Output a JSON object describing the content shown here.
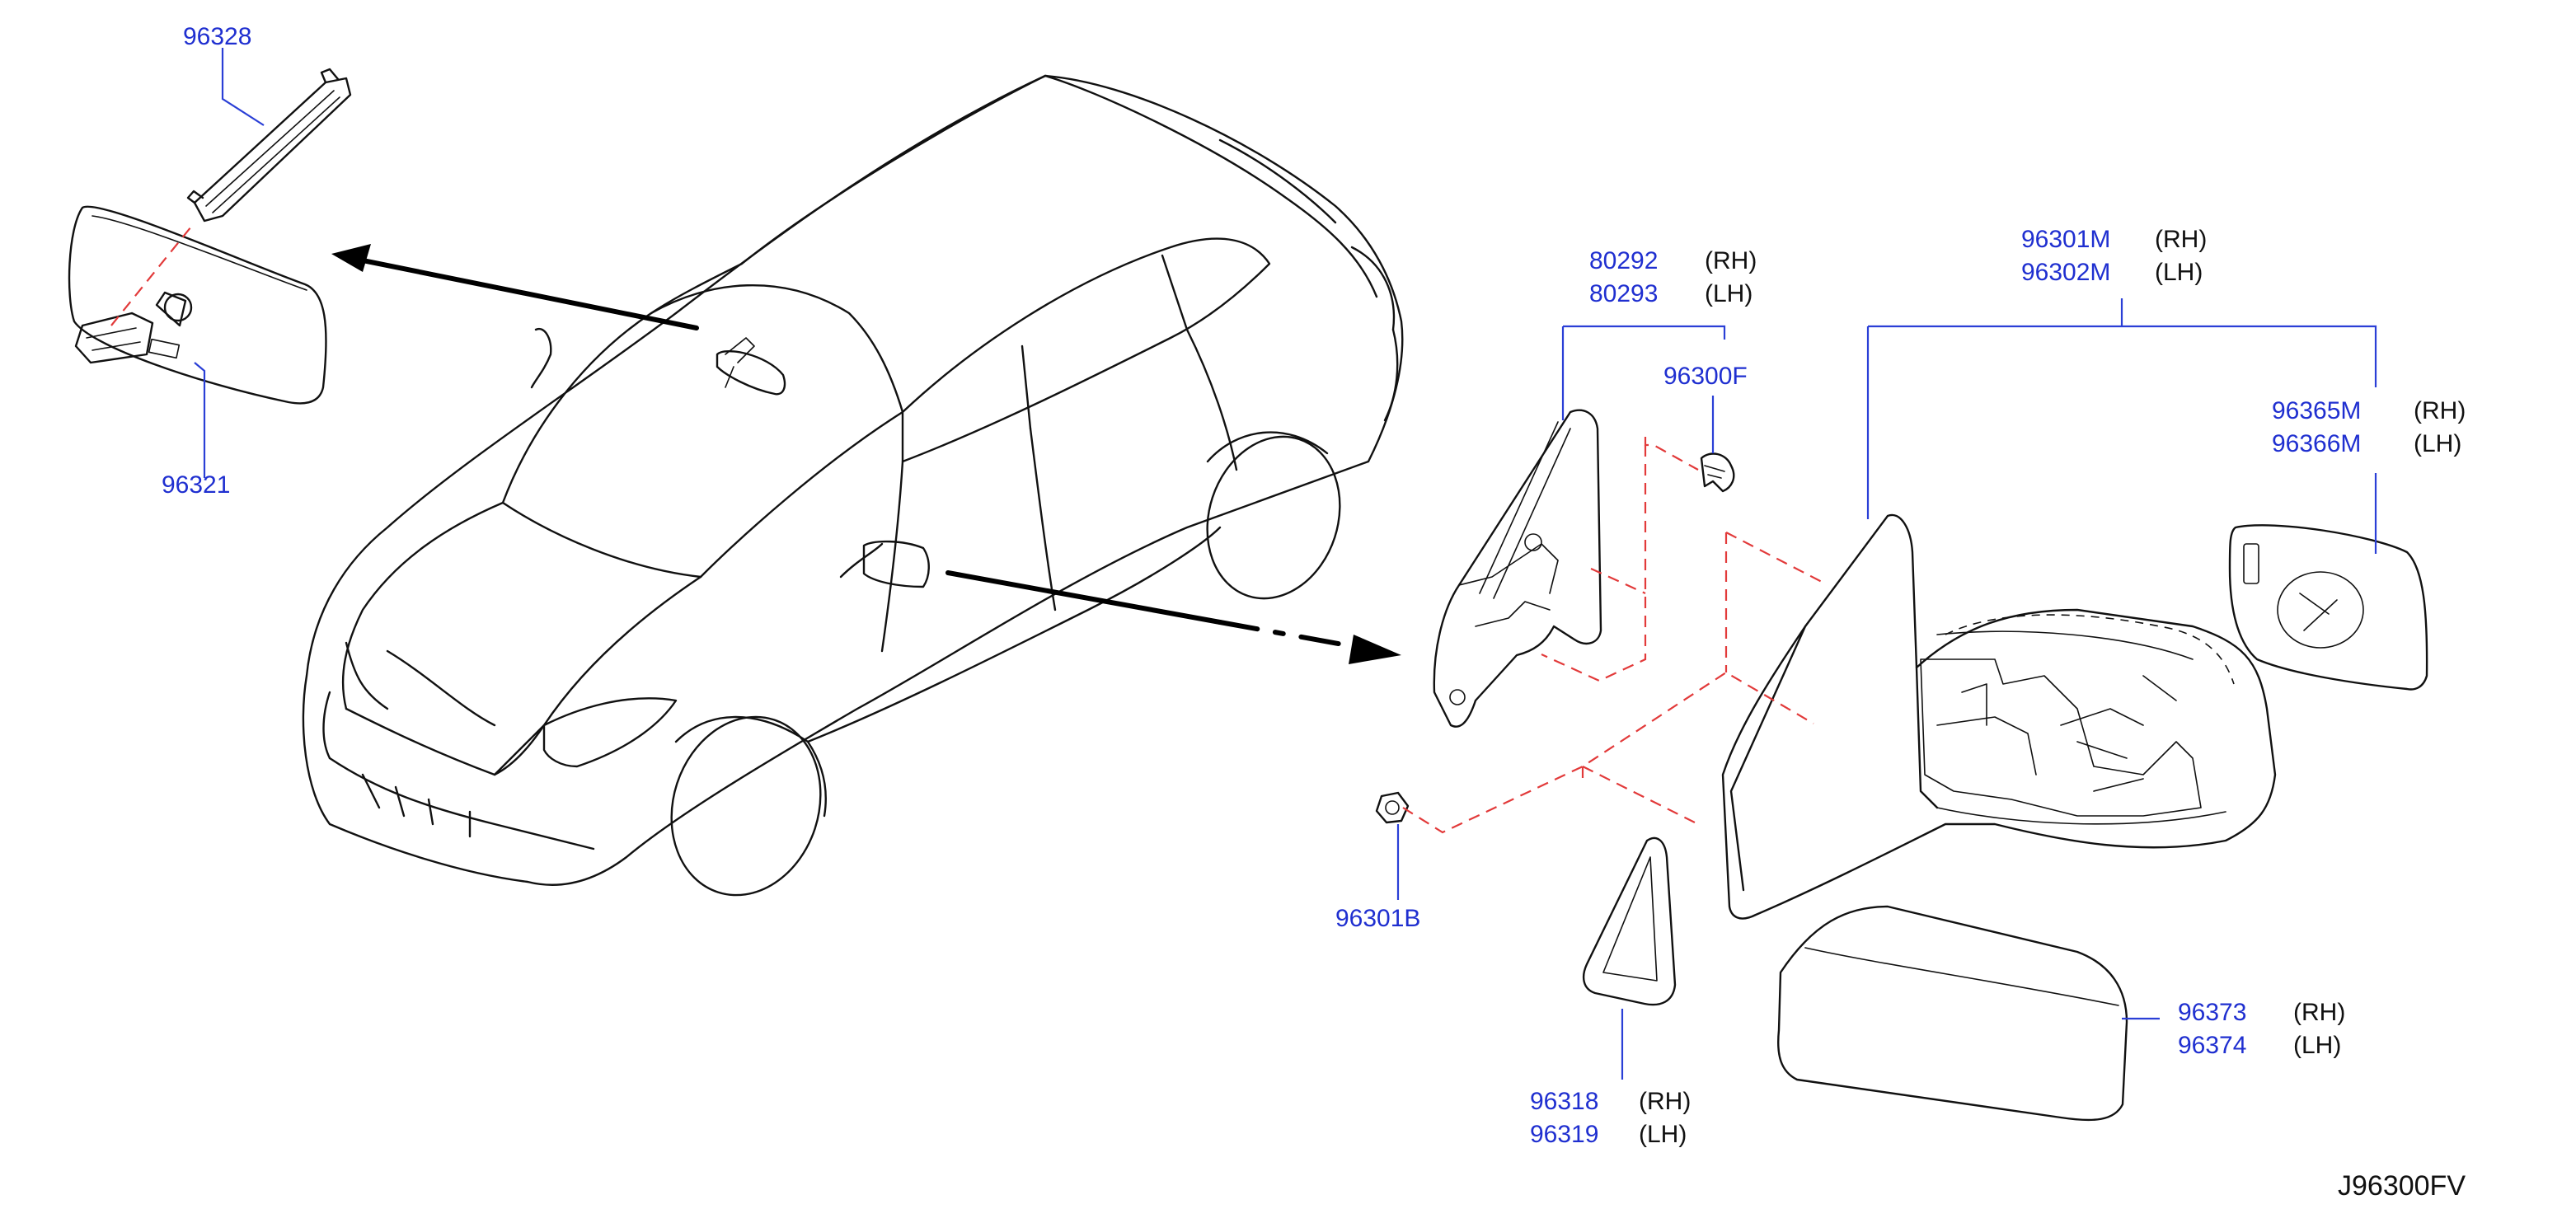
{
  "labels": {
    "p96328": "96328",
    "p96321": "96321",
    "p80292": "80292",
    "p80293": "80293",
    "p96300F": "96300F",
    "p96301B": "96301B",
    "p96301M": "96301M",
    "p96302M": "96302M",
    "p96365M": "96365M",
    "p96366M": "96366M",
    "p96373": "96373",
    "p96374": "96374",
    "p96318": "96318",
    "p96319": "96319",
    "rh": "(RH)",
    "lh": "(LH)"
  },
  "diagram_code": "J96300FV",
  "colors": {
    "part_number": "#1f2fd0",
    "leader": "#2a3fd6",
    "assembly_dash": "#e23a3a",
    "outline": "#111111"
  }
}
